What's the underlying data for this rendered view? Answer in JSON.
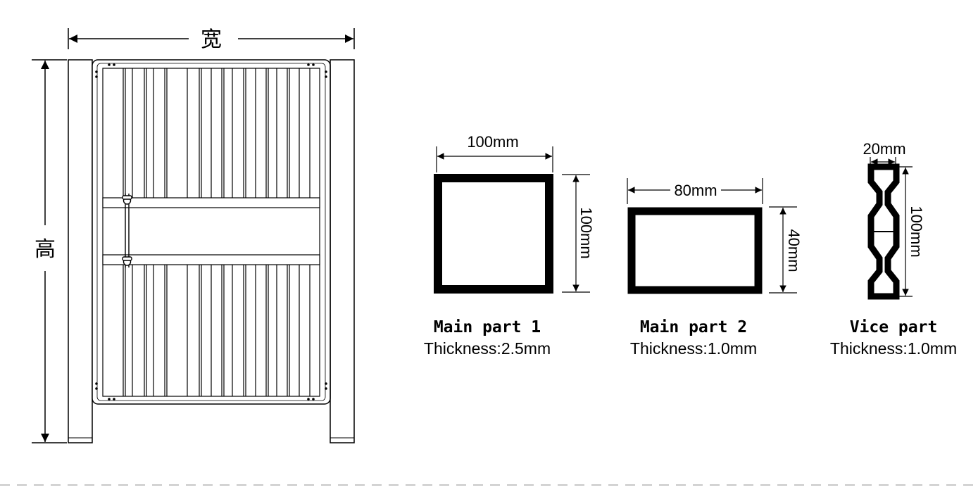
{
  "gate": {
    "width_label": "宽",
    "height_label": "高"
  },
  "profiles": [
    {
      "title": "Main part 1",
      "thickness": "Thickness:2.5mm",
      "width_dim": "100mm",
      "height_dim": "100mm"
    },
    {
      "title": "Main part 2",
      "thickness": "Thickness:1.0mm",
      "width_dim": "80mm",
      "height_dim": "40mm"
    },
    {
      "title": "Vice part",
      "thickness": "Thickness:1.0mm",
      "width_dim": "20mm",
      "height_dim": "100mm"
    }
  ],
  "colors": {
    "line": "#000000",
    "divider": "#c8c8c8",
    "background": "#ffffff"
  }
}
